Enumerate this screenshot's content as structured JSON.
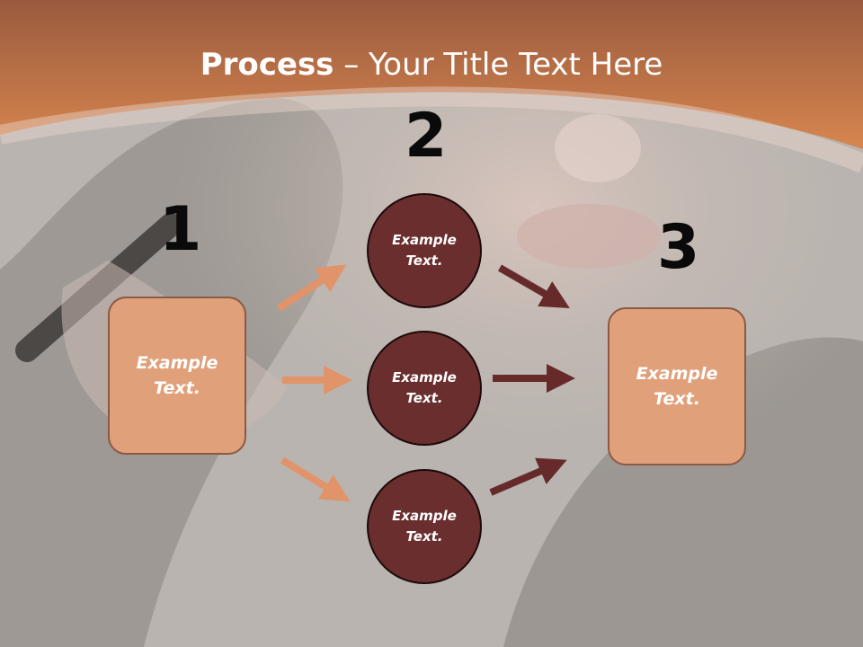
{
  "title": {
    "bold": "Process",
    "rest": " – Your Title Text Here"
  },
  "steps": [
    {
      "number": "1",
      "text": [
        "Example",
        "Text."
      ]
    },
    {
      "number": "2"
    },
    {
      "number": "3",
      "text": [
        "Example",
        "Text."
      ]
    }
  ],
  "circles": [
    {
      "text": [
        "Example",
        "Text."
      ]
    },
    {
      "text": [
        "Example",
        "Text."
      ]
    },
    {
      "text": [
        "Example",
        "Text."
      ]
    }
  ],
  "colors": {
    "header": "#d07a4c",
    "box_fill": "#e0a07a",
    "circle_fill": "#6a2e2e",
    "arrow_in": "#e1946a",
    "arrow_out": "#662a2a"
  }
}
